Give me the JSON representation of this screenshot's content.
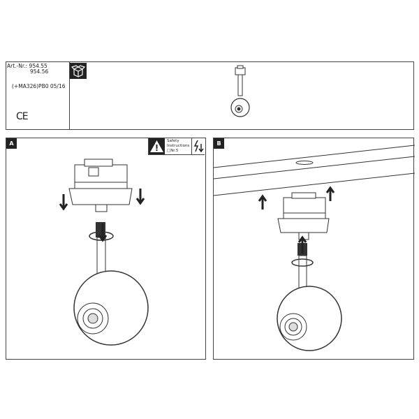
{
  "header": {
    "art_nr_label": "Art.-Nr.: 954.55",
    "art_nr_2": "954.56",
    "code": "(+MA326)PB0 05/16",
    "ce_mark": "CE",
    "package_icon": "box-icon"
  },
  "panels": [
    {
      "label": "A",
      "safety": {
        "line1": "Safety",
        "line2": "Instructions",
        "line3": "□Nr.5",
        "icon": "warning-icon"
      }
    },
    {
      "label": "B"
    }
  ]
}
